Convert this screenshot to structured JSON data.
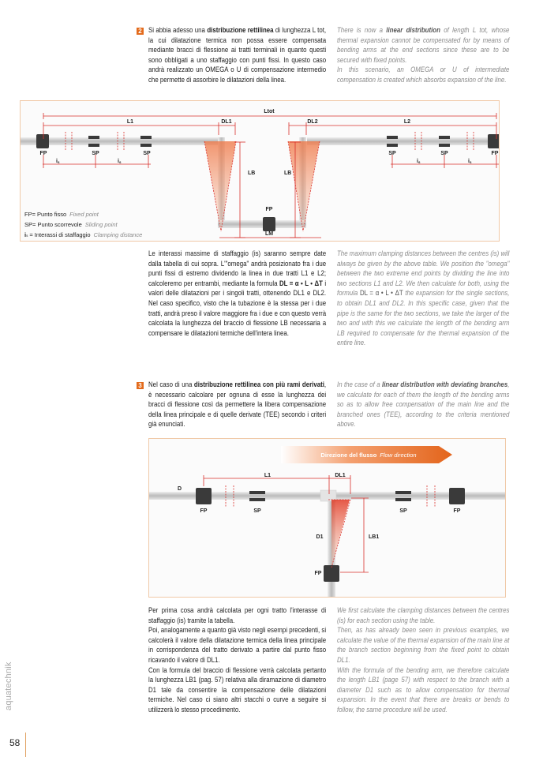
{
  "section2": {
    "number": "2",
    "it": {
      "p1": "Si abbia adesso una ",
      "b1": "distribuzione rettilinea",
      "p2": " di lunghezza L tot, la cui dilatazione termica non possa essere compensata mediante bracci di flessione ai tratti terminali in quanto questi sono obbligati a uno staffaggio con punti fissi. In questo caso andrà realizzato un OMEGA o U di compensazione intermedio che permette di assorbire le dilatazioni della linea."
    },
    "en": {
      "p1": "There is now a ",
      "b1": "linear distribution",
      "p2": " of length L tot, whose thermal expansion cannot be compensated for by means of bending arms at the end sections since these are to be secured with fixed points.",
      "p3": "In this scenario, an OMEGA or U of intermediate compensation is created which absorbs expansion of the line."
    }
  },
  "diagram1": {
    "ltot": "Ltot",
    "l1": "L1",
    "l2": "L2",
    "dl1": "DL1",
    "dl2": "DL2",
    "lb": "LB",
    "lm": "LM",
    "fp": "FP",
    "sp": "SP",
    "is": "i",
    "is_sub": "s",
    "legend": [
      {
        "key": "FP= Punto fisso",
        "en": "Fixed point"
      },
      {
        "key": "SP= Punto scorrevole",
        "en": "Sliding point"
      },
      {
        "key": "= Interassi di staffaggio",
        "en": "Clamping distance"
      }
    ]
  },
  "para2": {
    "it": {
      "p1": "Le interassi massime di staffaggio (is) saranno sempre date dalla tabella di cui sopra. L'\"omega\" andrà posizionato fra i due punti fissi di estremo dividendo la linea in due tratti L1 e L2; calcoleremo per entrambi, mediante la formula ",
      "formula": "DL = α • L • ΔT",
      "p2": " i valori delle dilatazioni per i singoli tratti, ottenendo DL1 e DL2. Nel caso specifico, visto che la tubazione è la stessa per i due tratti, andrà preso il valore maggiore fra i due e con questo verrà calcolata la lunghezza del braccio di flessione LB necessaria a compensare le dilatazioni termiche dell'intera linea."
    },
    "en": {
      "p1": "The maximum clamping distances between the centres (is) will always be given by the above table. We position the \"omega\" between the two extreme end points by dividing the line into two sections L1 and L2. We then calculate for both, using the formula ",
      "formula": "DL = α • L • ΔT",
      "p2": " the expansion for the single sections, to obtain DL1 and DL2. In this specific case, given that the pipe is the same for the two sections, we take the larger of the two and with this we calculate the length of the bending arm LB required to compensate for the thermal expansion of the entire line."
    }
  },
  "section3": {
    "number": "3",
    "it": {
      "p1": "Nel caso di una ",
      "b1": "distribuzione rettilinea con più rami derivati",
      "p2": ", è necessario calcolare per ognuna di esse la lunghezza dei bracci di flessione così da permettere la libera compensazione della linea principale e di quelle derivate (TEE) secondo i criteri già enunciati."
    },
    "en": {
      "p1": "In the case of a ",
      "b1": "linear distribution with deviating branches",
      "p2": ", we calculate for each of them the length of the bending arms so as to allow free compensation of the main line and the branched ones (TEE), according to the criteria mentioned above."
    }
  },
  "diagram2": {
    "flow_it": "Direzione del flusso",
    "flow_en": "Flow direction",
    "d": "D",
    "d1": "D1",
    "l1": "L1",
    "dl1": "DL1",
    "lb1": "LB1",
    "fp": "FP",
    "sp": "SP"
  },
  "para3": {
    "it": [
      "Per prima cosa andrà calcolata per ogni tratto l'interasse di staffaggio (is) tramite la tabella.",
      "Poi, analogamente a quanto già visto negli esempi precedenti, si calcolerà il valore della dilatazione termica della linea principale in corrispondenza del tratto derivato a partire dal punto fisso ricavando il valore di  DL1.",
      "Con la formula del braccio di flessione verrà calcolata pertanto la lunghezza LB1 (pag. 57) relativa alla diramazione di diametro D1 tale da consentire la compensazione delle dilatazioni termiche. Nel caso ci siano altri stacchi o curve a seguire si utilizzerà lo stesso procedimento."
    ],
    "en": [
      "We first calculate the clamping distances between the centres (is) for each section using the table.",
      "Then, as has already been seen in previous examples, we calculate the value of the thermal expansion of the main line at the branch section beginning from the fixed point to obtain DL1.",
      "With the formula of the bending arm, we therefore calculate the length LB1 (page 57) with respect to the branch with a diameter D1 such as to allow compensation for thermal expansion. In the event that there are breaks or bends to follow, the same procedure will be used."
    ]
  },
  "footer": {
    "brand": "aquatechnik",
    "page": "58"
  },
  "colors": {
    "accent": "#e36b1c",
    "dim": "#d9302b",
    "border": "#f0c9a8"
  }
}
